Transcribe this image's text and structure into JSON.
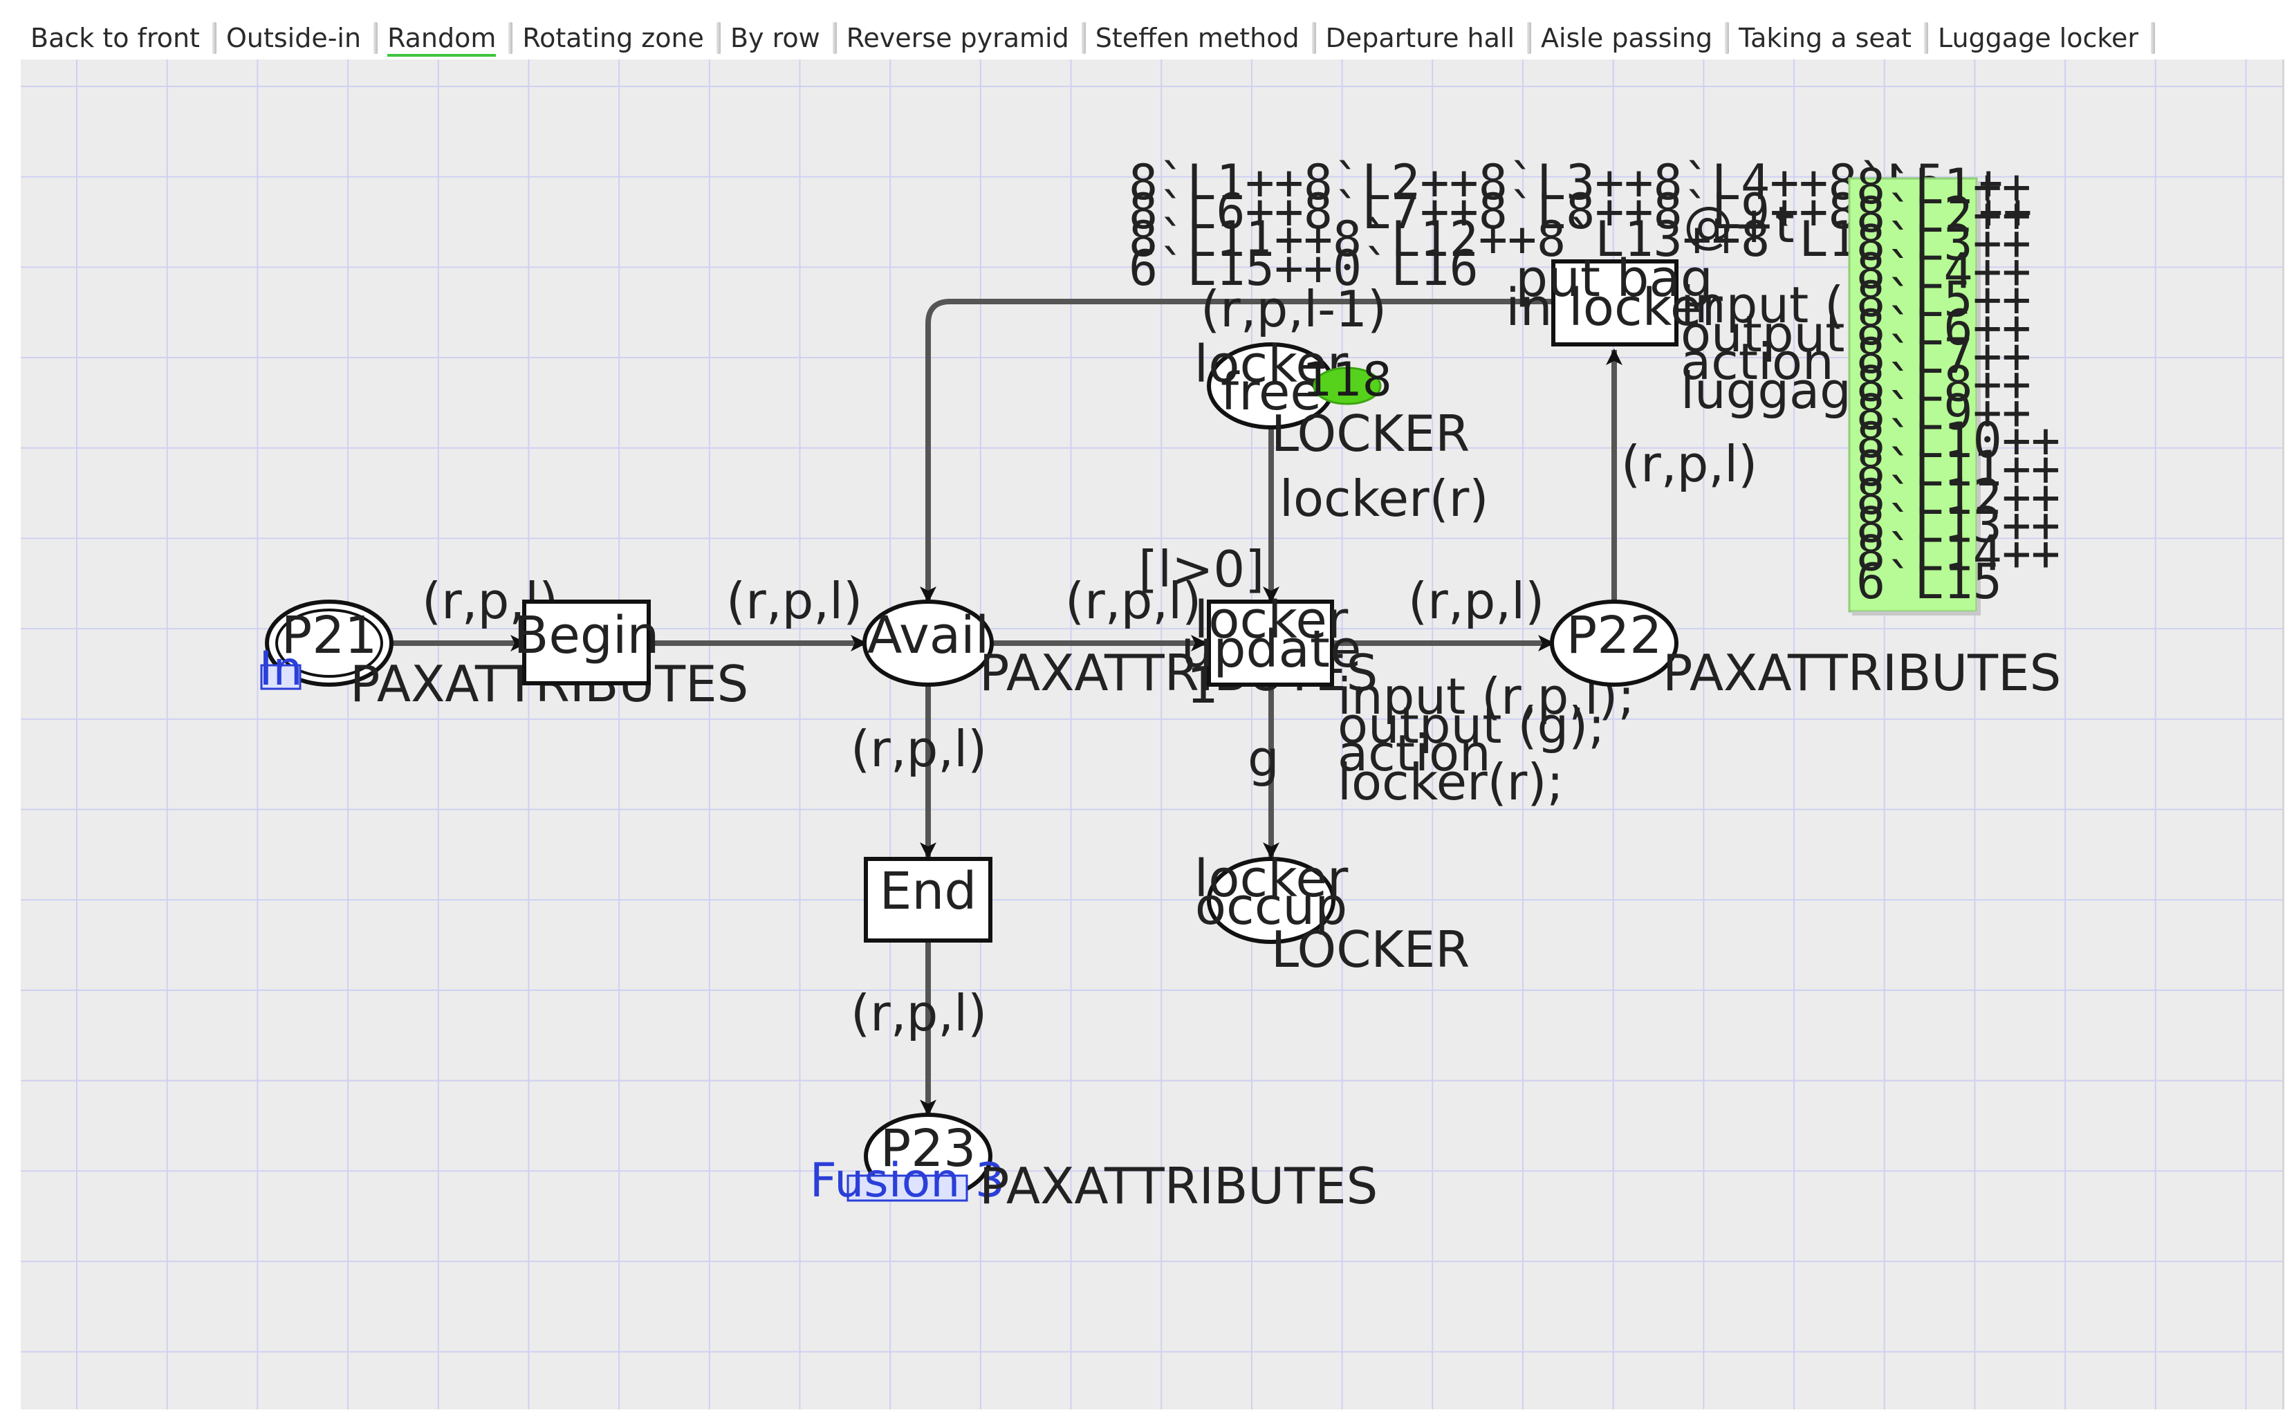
{
  "tabs": [
    {
      "label": "Back to front"
    },
    {
      "label": "Outside-in"
    },
    {
      "label": "Random"
    },
    {
      "label": "Rotating zone"
    },
    {
      "label": "By row"
    },
    {
      "label": "Reverse pyramid"
    },
    {
      "label": "Steffen method"
    },
    {
      "label": "Departure hall"
    },
    {
      "label": "Aisle passing"
    },
    {
      "label": "Taking a seat"
    },
    {
      "label": "Luggage locker"
    }
  ],
  "places": {
    "p21": {
      "label": "P21",
      "type": "PAXATTRIBUTES",
      "port_tag": "In"
    },
    "avail": {
      "label": "Avail",
      "type": "PAXATTRIBUTES",
      "initial_marking_count": "1"
    },
    "p22": {
      "label": "P22",
      "type": "PAXATTRIBUTES"
    },
    "p23": {
      "label": "P23",
      "type": "PAXATTRIBUTES",
      "fusion_tag": "Fusion 3"
    },
    "locker_free": {
      "label_line1": "locker",
      "label_line2": "free",
      "type": "LOCKER",
      "token_count": "118"
    },
    "locker_occup": {
      "label_line1": "locker",
      "label_line2": "occup",
      "type": "LOCKER"
    }
  },
  "transitions": {
    "begin": {
      "label": "Begin"
    },
    "end": {
      "label": "End"
    },
    "locker_update": {
      "label_line1": "locker",
      "label_line2": "update",
      "guard": "[l>0]",
      "code": [
        "input (r,p,l);",
        "output (g);",
        "action",
        "locker(r);"
      ]
    },
    "put_bag": {
      "label_line1": "put bag",
      "label_line2": "in locker",
      "delay": "@+t",
      "code": [
        "input (r,p,l);",
        "output (t);",
        "action",
        "luggage(l);"
      ]
    }
  },
  "arcs": {
    "p21_begin": "(r,p,l)",
    "begin_avail": "(r,p,l)",
    "avail_update": "(r,p,l)",
    "update_p22": "(r,p,l)",
    "avail_end": "(r,p,l)",
    "end_p23": "(r,p,l)",
    "p22_putbag": "(r,p,l)",
    "putbag_avail": "(r,p,l-1)",
    "free_update": "locker(r)",
    "update_occup": "g"
  },
  "initial_marking": [
    "8`L1++8`L2++8`L3++8`L4++8`L5++",
    "8`L6++8`L7++8`L8++8`L9++8`L10++",
    "8`L11++8`L12++8`L13++8`L14++",
    "6`L15++0`L16"
  ],
  "current_marking": [
    "8`L1++",
    "8`L2++",
    "8`L3++",
    "8`L4++",
    "8`L5++",
    "8`L6++",
    "8`L7++",
    "8`L8++",
    "8`L9++",
    "8`L10++",
    "8`L11++",
    "8`L12++",
    "8`L13++",
    "8`L14++",
    "6`L15"
  ],
  "colors": {
    "grid_line": "#cfd0f2",
    "canvas_bg": "#ececec",
    "marking_bg": "#b6fb95",
    "token_green": "#56d21c",
    "tag_blue": "#2b3fd8",
    "tab_accent": "#3fc43f"
  }
}
